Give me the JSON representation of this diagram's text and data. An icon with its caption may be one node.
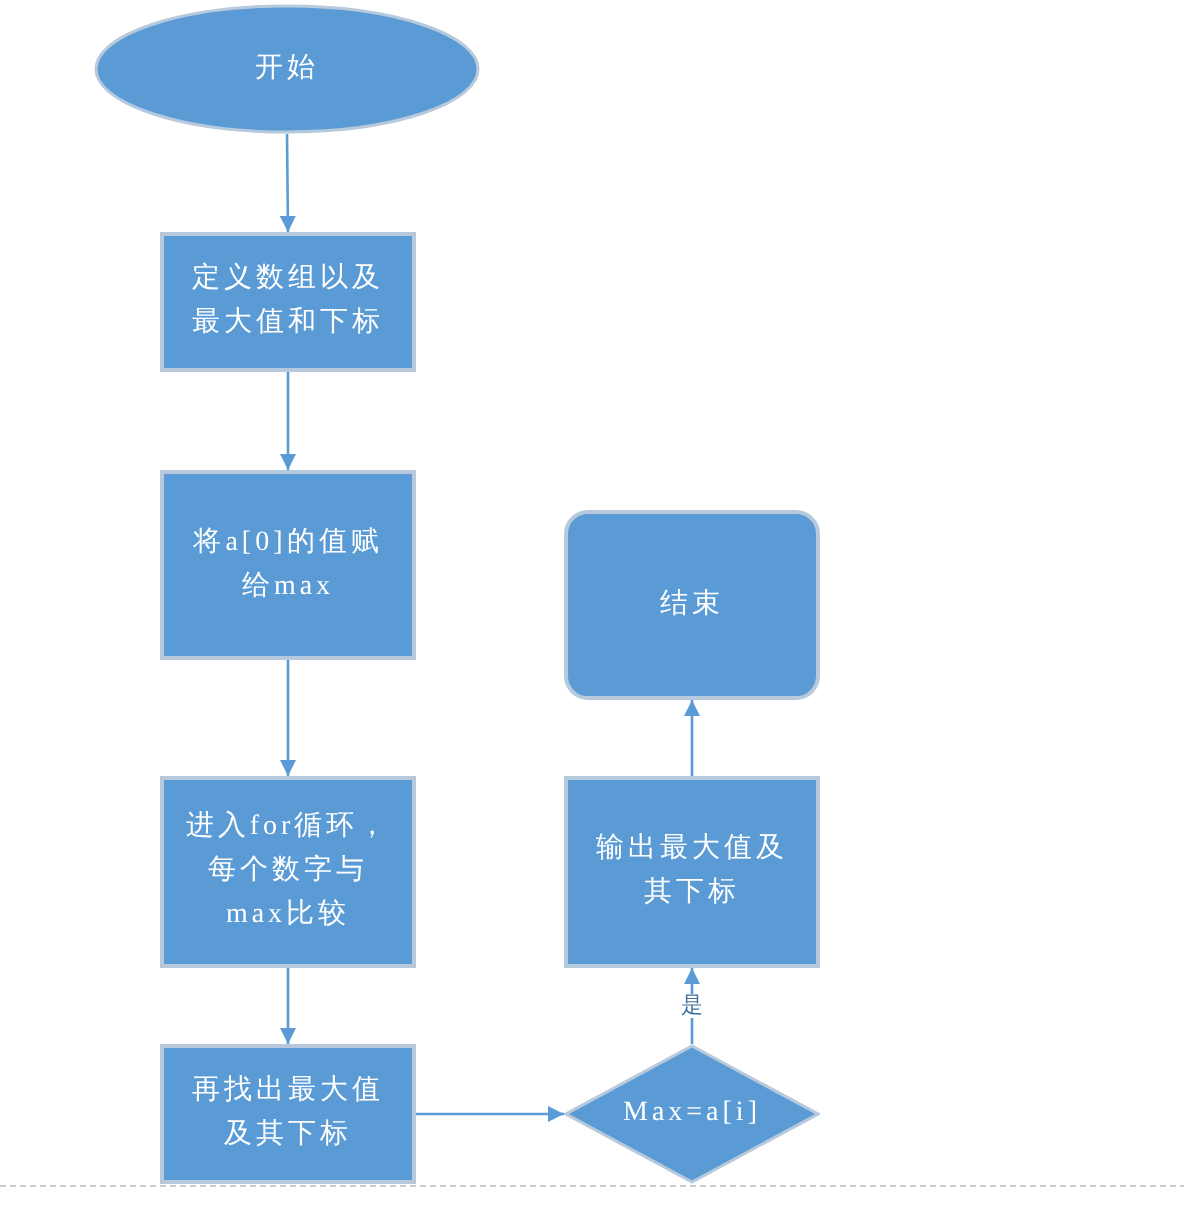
{
  "diagram": {
    "nodes": [
      {
        "text": [
          "开始"
        ]
      },
      {
        "text": [
          "定义数组以及最大值和下标"
        ]
      },
      {
        "text": [
          "将a[0]的值赋给max"
        ]
      },
      {
        "text": [
          "进入for循环，每个数字与max比较"
        ]
      },
      {
        "text": [
          "再找出最大值及其下标"
        ]
      },
      {
        "text": [
          "Max=a[i]"
        ]
      },
      {
        "text": [
          "输出最大值及其下标"
        ]
      },
      {
        "text": [
          "结束"
        ]
      }
    ],
    "edges": [
      {
        "from": 0,
        "to": 1,
        "arrow": "to"
      },
      {
        "from": 1,
        "to": 2,
        "arrow": "to"
      },
      {
        "from": 2,
        "to": 3,
        "arrow": "to"
      },
      {
        "from": 3,
        "to": 4,
        "arrow": "to"
      },
      {
        "from": 4,
        "to": 5,
        "arrow": "to"
      },
      {
        "from": 5,
        "to": 6,
        "arrow": "to",
        "label": "是"
      },
      {
        "from": 6,
        "to": 7,
        "arrow": "to"
      }
    ]
  }
}
